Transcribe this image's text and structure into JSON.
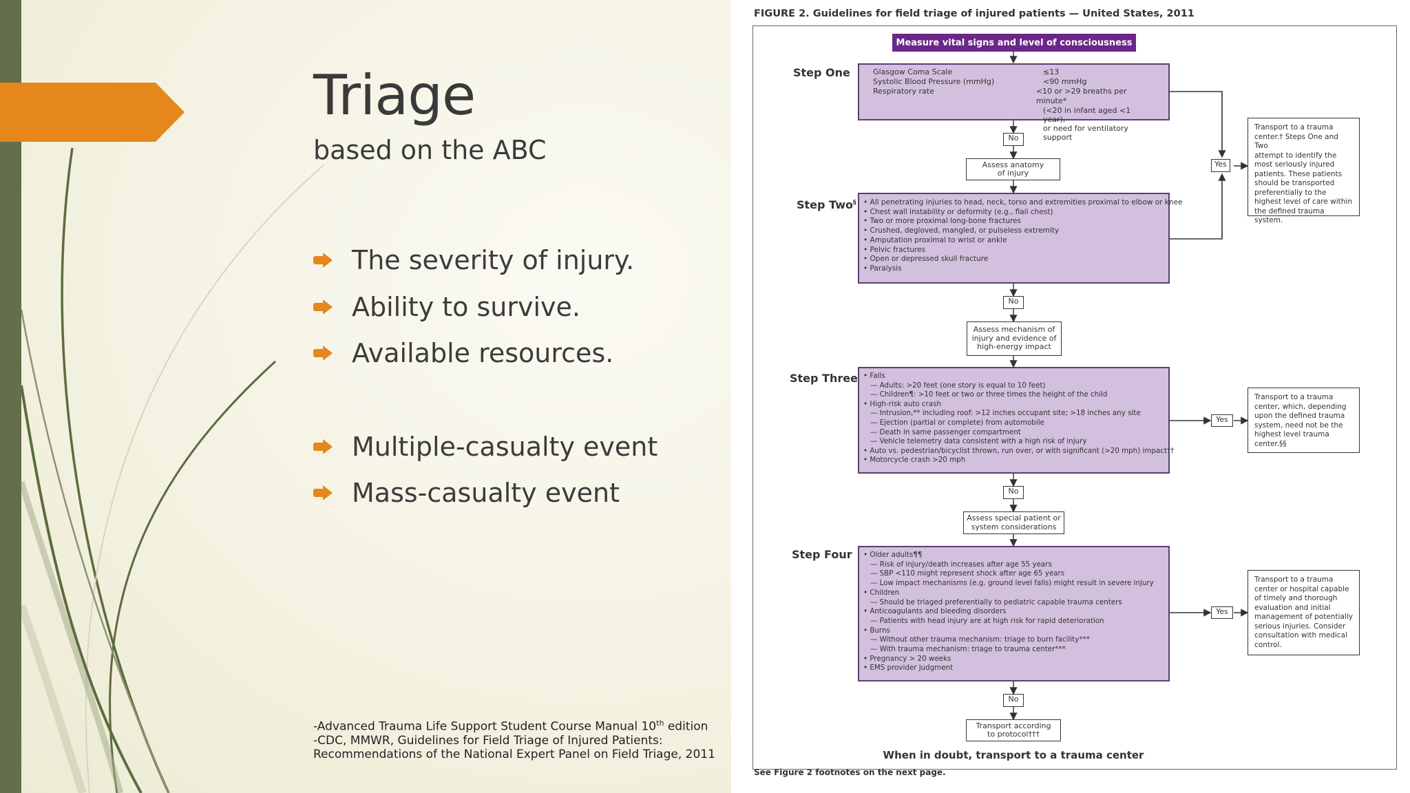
{
  "slide": {
    "title": "Triage",
    "subtitle": "based on the ABC",
    "bullets": [
      "The severity of injury.",
      "Ability to survive.",
      "Available resources.",
      "Multiple-casualty event",
      "Mass-casualty event"
    ],
    "references": {
      "line1_prefix": "-Advanced Trauma Life Support Student Course Manual 10",
      "line1_sup": "th",
      "line1_suffix": " edition",
      "line2": "-CDC, MMWR, Guidelines for Field Triage of Injured Patients:",
      "line3": "Recommendations of the National Expert Panel on Field Triage, 2011"
    },
    "colors": {
      "accent": "#e6871b",
      "sidebar": "#636f4b",
      "flow_purple": "#d2c0de",
      "header_purple": "#6b2787"
    }
  },
  "figure": {
    "title": "FIGURE 2. Guidelines for field triage of injured patients — United States, 2011",
    "header": "Measure vital signs and level of consciousness",
    "steps": {
      "one": "Step One",
      "two": "Step Two",
      "two_sup": "§",
      "three": "Step Three",
      "three_sup": "§",
      "four": "Step Four"
    },
    "step1_rows": [
      {
        "label": "Glasgow Coma Scale",
        "value": "≤13"
      },
      {
        "label": "Systolic Blood Pressure (mmHg)",
        "value": "<90 mmHg"
      },
      {
        "label": "Respiratory rate",
        "value": "<10 or >29 breaths per minute*"
      }
    ],
    "step1_extra": [
      "(<20 in infant aged <1 year),",
      "or need for ventilatory support"
    ],
    "step2_items": [
      "• All penetrating injuries to head, neck, torso and extremities proximal to elbow or knee",
      "• Chest wall instability or deformity (e.g., flail chest)",
      "• Two or more proximal long-bone fractures",
      "• Crushed, degloved, mangled, or pulseless extremity",
      "• Amputation proximal to wrist or ankle",
      "• Pelvic fractures",
      "• Open or depressed skull fracture",
      "• Paralysis"
    ],
    "step3_items": [
      "• Falls",
      "   — Adults: >20 feet (one story is equal to 10 feet)",
      "   — Children¶: >10 feet or two or three times the height of the child",
      "• High-risk auto crash",
      "   — Intrusion,** including roof: >12 inches occupant site; >18 inches any site",
      "   — Ejection (partial or complete) from automobile",
      "   — Death in same passenger compartment",
      "   — Vehicle telemetry data consistent with a high risk of injury",
      "• Auto vs. pedestrian/bicyclist thrown, run over, or with significant (>20 mph) impact††",
      "• Motorcycle crash >20 mph"
    ],
    "step4_items": [
      "• Older adults¶¶",
      "   — Risk of injury/death increases after age 55 years",
      "   — SBP <110 might represent shock after age 65 years",
      "   — Low impact mechanisms (e.g. ground level falls) might result in severe injury",
      "• Children",
      "   — Should be triaged preferentially to pediatric capable trauma centers",
      "• Anticoagulants and bleeding disorders",
      "   — Patients with head injury are at high risk for rapid deterioration",
      "• Burns",
      "   — Without other trauma mechanism: triage to burn facility***",
      "   — With trauma mechanism: triage to trauma center***",
      "• Pregnancy > 20 weeks",
      "• EMS provider judgment"
    ],
    "assess": {
      "anatomy": [
        "Assess anatomy",
        "of injury"
      ],
      "mechanism": [
        "Assess mechanism of",
        "injury and evidence of",
        "high-energy impact"
      ],
      "special": [
        "Assess special patient or",
        "system considerations"
      ],
      "protocol": [
        "Transport according",
        "to protocol†††"
      ]
    },
    "no_label": "No",
    "yes_label": "Yes",
    "outcomes": {
      "one_two": [
        "Transport to a trauma",
        "center.† Steps One and Two",
        "attempt to identify the",
        "most seriously injured",
        "patients. These patients",
        "should be transported",
        "preferentially to the",
        "highest level of care within",
        "the defined trauma system."
      ],
      "three": [
        "Transport to a trauma",
        "center, which, depending",
        "upon the defined trauma",
        "system, need not be the",
        "highest level trauma",
        "center.§§"
      ],
      "four": [
        "Transport to a trauma",
        "center or hospital capable",
        "of timely and thorough",
        "evaluation and initial",
        "management of potentially",
        "serious injuries. Consider",
        "consultation with medical",
        "control."
      ]
    },
    "bottom_text": "When in doubt, transport to a trauma center",
    "footnote": "See Figure 2 footnotes on the next page."
  }
}
